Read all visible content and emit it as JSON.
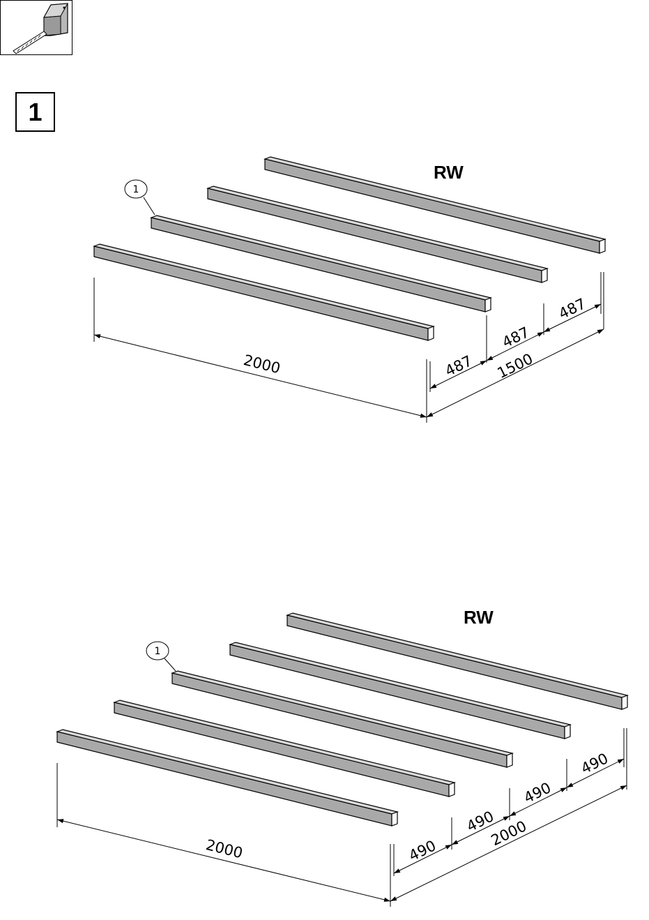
{
  "step": {
    "number": "1"
  },
  "icon": {
    "name": "tape-measure-icon"
  },
  "views": [
    {
      "label": "RW",
      "part_callout": "1",
      "dimensions": {
        "length": "2000",
        "total_width": "1500",
        "spacings": [
          "487",
          "487",
          "487"
        ]
      }
    },
    {
      "label": "RW",
      "part_callout": "1",
      "dimensions": {
        "length": "2000",
        "total_width": "2000",
        "spacings": [
          "490",
          "490",
          "490",
          "490"
        ]
      }
    }
  ]
}
